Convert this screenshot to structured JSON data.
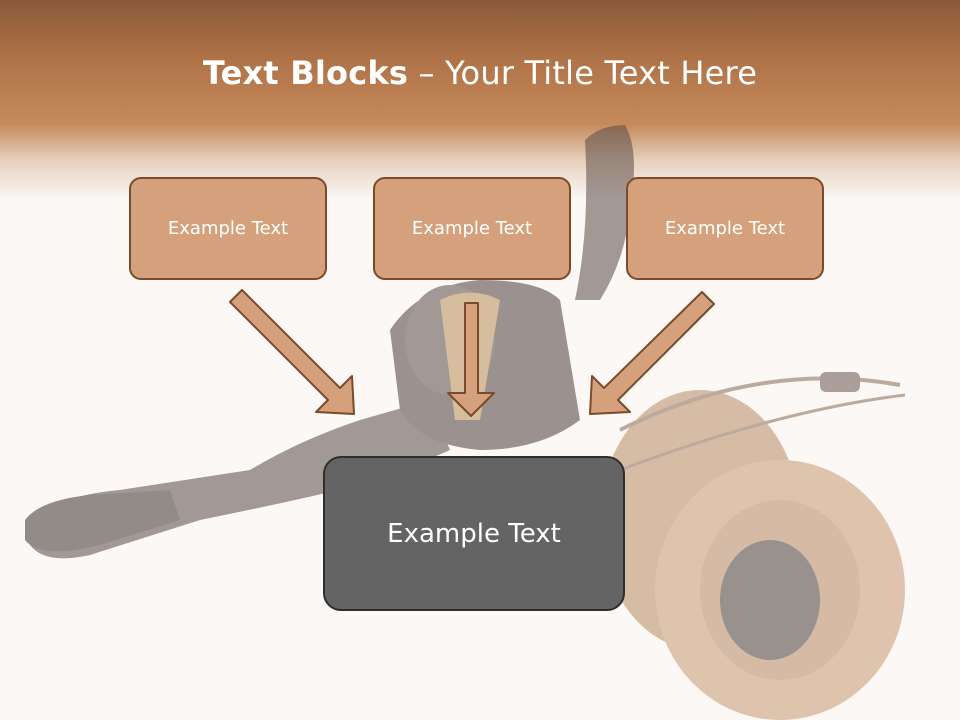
{
  "title": {
    "bold": "Text Blocks",
    "dash": " – ",
    "rest": "Your Title Text Here"
  },
  "blocks": [
    {
      "label": "Example Text"
    },
    {
      "label": "Example Text"
    },
    {
      "label": "Example Text"
    }
  ],
  "center": {
    "label": "Example Text"
  },
  "colors": {
    "box_fill": "#d5a17c",
    "box_border": "#7a4a2a",
    "center_fill": "#646464",
    "header": "#c58a5c"
  },
  "background_image": "fishing-reel"
}
